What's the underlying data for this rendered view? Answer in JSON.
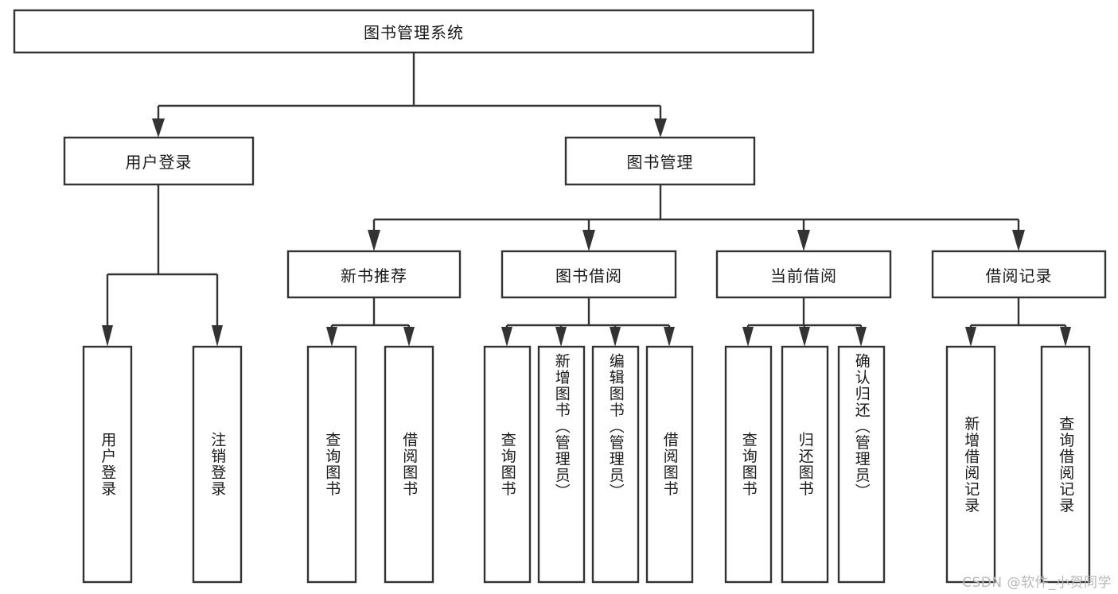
{
  "diagram": {
    "type": "tree",
    "title": "图书管理系统",
    "style": {
      "box_fill": "#ffffff",
      "box_stroke": "#333333",
      "text_color": "#1a1a1a",
      "background": "#ffffff",
      "watermark_color": "#b8b8b8"
    },
    "root": {
      "label": "图书管理系统"
    },
    "level2": [
      {
        "label": "用户登录"
      },
      {
        "label": "图书管理"
      }
    ],
    "level3": [
      {
        "label": "新书推荐"
      },
      {
        "label": "图书借阅"
      },
      {
        "label": "当前借阅"
      },
      {
        "label": "借阅记录"
      }
    ],
    "leaves": {
      "user_login": [
        {
          "label": "用户登录"
        },
        {
          "label": "注销登录"
        }
      ],
      "new_book_rec": [
        {
          "label": "查询图书"
        },
        {
          "label": "借阅图书"
        }
      ],
      "book_borrow": [
        {
          "label": "查询图书"
        },
        {
          "label": "新增图书（管理员）"
        },
        {
          "label": "编辑图书（管理员）"
        },
        {
          "label": "借阅图书"
        }
      ],
      "current_borrow": [
        {
          "label": "查询图书"
        },
        {
          "label": "归还图书"
        },
        {
          "label": "确认归还（管理员）"
        }
      ],
      "borrow_records": [
        {
          "label": "新增借阅记录"
        },
        {
          "label": "查询借阅记录"
        }
      ]
    }
  },
  "watermark": {
    "text": "CSDN @软件_小贺同学"
  }
}
